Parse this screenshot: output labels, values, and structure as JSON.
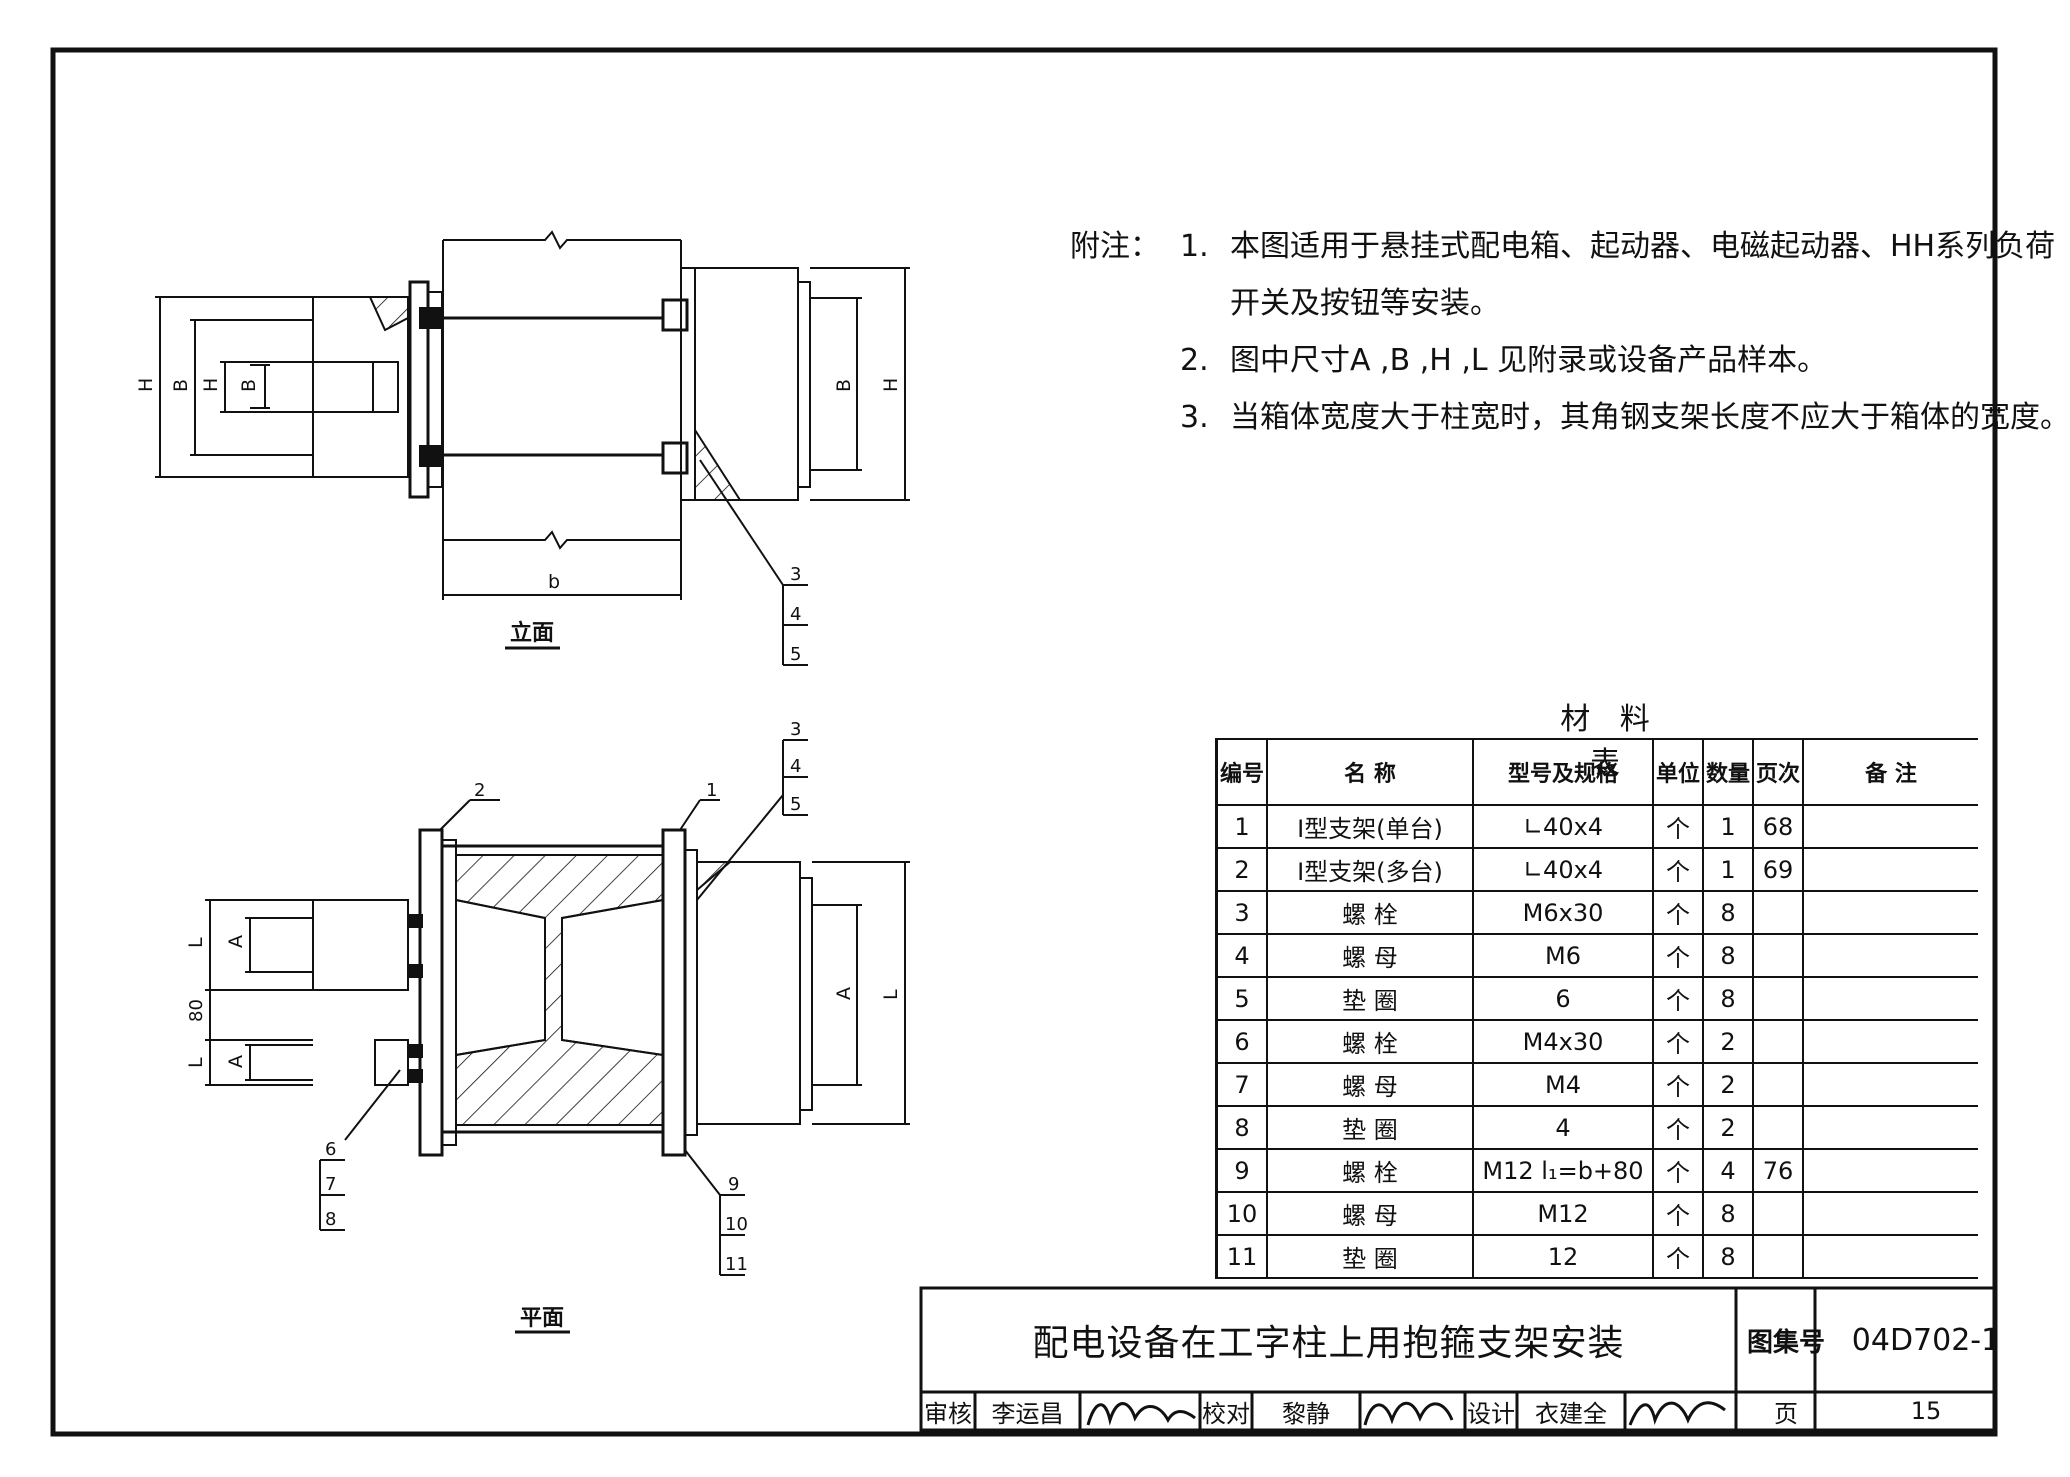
{
  "notes": {
    "heading": "附注：",
    "items": [
      {
        "num": "1.",
        "lines": [
          "本图适用于悬挂式配电箱、起动器、电磁起动器、HH系列负荷",
          "开关及按钮等安装。"
        ]
      },
      {
        "num": "2.",
        "lines": [
          "图中尺寸A ,B ,H ,L  见附录或设备产品样本。"
        ]
      },
      {
        "num": "3.",
        "lines": [
          "当箱体宽度大于柱宽时，其角钢支架长度不应大于箱体的宽度。"
        ]
      }
    ]
  },
  "views": {
    "elevation_title": "立面",
    "plan_title": "平面"
  },
  "dims": {
    "H": "H",
    "B": "B",
    "A": "A",
    "L": "L",
    "b": "b",
    "gap": "80"
  },
  "callouts": {
    "c1": "1",
    "c2": "2",
    "c3": "3",
    "c4": "4",
    "c5": "5",
    "c6": "6",
    "c7": "7",
    "c8": "8",
    "c9": "9",
    "c10": "10",
    "c11": "11"
  },
  "materials": {
    "title": "材 料 表",
    "headers": [
      "编号",
      "名    称",
      "型号及规格",
      "单位",
      "数量",
      "页次",
      "备    注"
    ],
    "rows": [
      {
        "no": "1",
        "name": "Ⅰ型支架(单台)",
        "spec": "∟40x4",
        "unit": "个",
        "qty": "1",
        "page": "68",
        "remark": ""
      },
      {
        "no": "2",
        "name": "Ⅰ型支架(多台)",
        "spec": "∟40x4",
        "unit": "个",
        "qty": "1",
        "page": "69",
        "remark": ""
      },
      {
        "no": "3",
        "name": "螺    栓",
        "spec": "M6x30",
        "unit": "个",
        "qty": "8",
        "page": "",
        "remark": ""
      },
      {
        "no": "4",
        "name": "螺    母",
        "spec": "M6",
        "unit": "个",
        "qty": "8",
        "page": "",
        "remark": ""
      },
      {
        "no": "5",
        "name": "垫    圈",
        "spec": "6",
        "unit": "个",
        "qty": "8",
        "page": "",
        "remark": ""
      },
      {
        "no": "6",
        "name": "螺    栓",
        "spec": "M4x30",
        "unit": "个",
        "qty": "2",
        "page": "",
        "remark": ""
      },
      {
        "no": "7",
        "name": "螺    母",
        "spec": "M4",
        "unit": "个",
        "qty": "2",
        "page": "",
        "remark": ""
      },
      {
        "no": "8",
        "name": "垫    圈",
        "spec": "4",
        "unit": "个",
        "qty": "2",
        "page": "",
        "remark": ""
      },
      {
        "no": "9",
        "name": "螺    栓",
        "spec": "M12   l₁=b+80",
        "unit": "个",
        "qty": "4",
        "page": "76",
        "remark": ""
      },
      {
        "no": "10",
        "name": "螺    母",
        "spec": "M12",
        "unit": "个",
        "qty": "8",
        "page": "",
        "remark": ""
      },
      {
        "no": "11",
        "name": "垫    圈",
        "spec": "12",
        "unit": "个",
        "qty": "8",
        "page": "",
        "remark": ""
      }
    ]
  },
  "title_block": {
    "title": "配电设备在工字柱上用抱箍支架安装",
    "atlas_label": "图集号",
    "atlas_no": "04D702-1",
    "review_label": "审核",
    "reviewer": "李运昌",
    "check_label": "校对",
    "checker": "黎静",
    "design_label": "设计",
    "designer": "衣建全",
    "page_label": "页",
    "page_no": "15"
  }
}
